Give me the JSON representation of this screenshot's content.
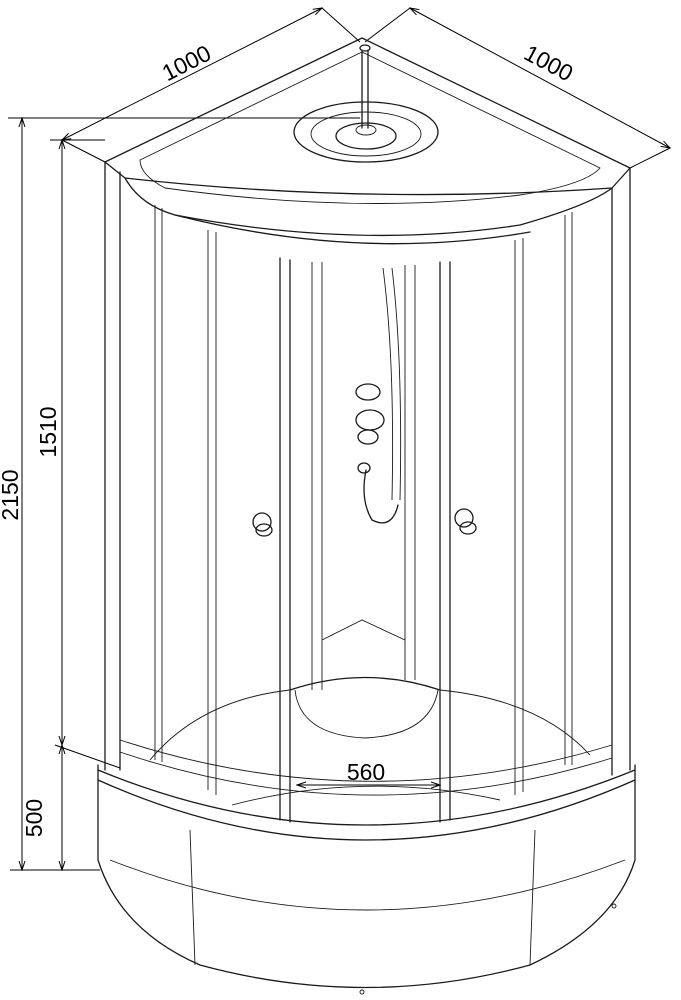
{
  "dimensions": {
    "depth_left": "1000",
    "depth_right": "1000",
    "total_height": "2150",
    "glass_height": "1510",
    "tray_height": "500",
    "door_opening": "560"
  },
  "colors": {
    "line": "#1a1a1a",
    "background": "#ffffff"
  }
}
